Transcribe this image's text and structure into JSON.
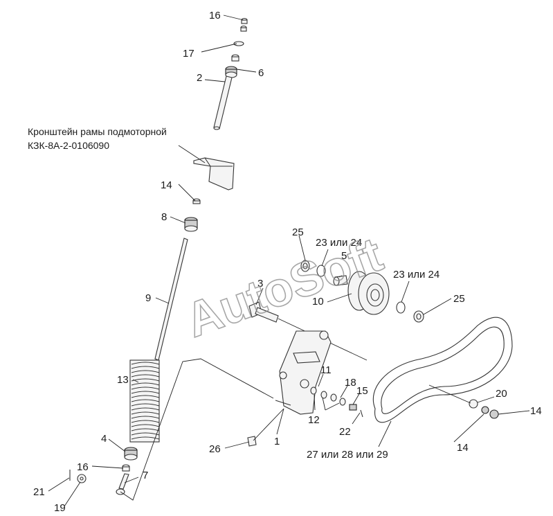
{
  "watermark": "AutoSoft",
  "note": {
    "line1": "Кронштейн рамы подмоторной",
    "line2": "КЗК-8А-2-0106090"
  },
  "labels": {
    "n16_top": "16",
    "n17": "17",
    "n6": "6",
    "n2": "2",
    "n14_top": "14",
    "n8": "8",
    "n25_left": "25",
    "n23or24_left": "23 или 24",
    "n5": "5",
    "n23or24_right": "23 или 24",
    "n3": "3",
    "n25_right": "25",
    "n9": "9",
    "n10": "10",
    "n11": "11",
    "n18": "18",
    "n15": "15",
    "n13": "13",
    "n12": "12",
    "n22": "22",
    "n20": "20",
    "n14_right": "14",
    "n14_right_low": "14",
    "n4": "4",
    "n26": "26",
    "n1": "1",
    "n27_28_29": "27 или 28 или 29",
    "n16_low": "16",
    "n7": "7",
    "n21": "21",
    "n19": "19"
  }
}
